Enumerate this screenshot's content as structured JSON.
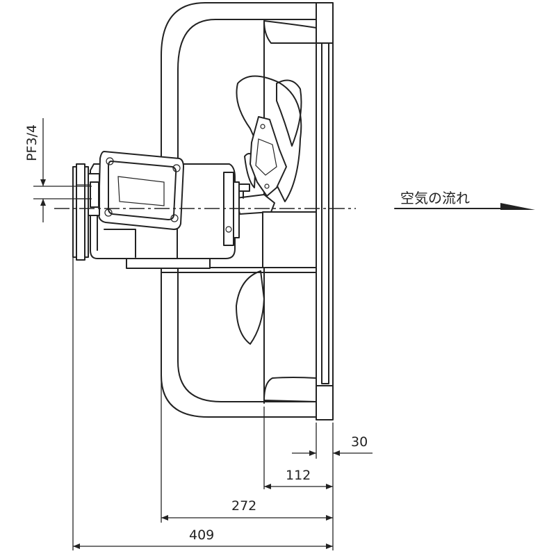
{
  "labels": {
    "pipe_thread": "PF3/4",
    "airflow": "空気の流れ"
  },
  "dimensions": {
    "panel_thickness": "30",
    "frame_depth": "112",
    "guard_depth": "272",
    "overall_depth": "409"
  },
  "colors": {
    "line": "#222222",
    "background": "#ffffff"
  }
}
